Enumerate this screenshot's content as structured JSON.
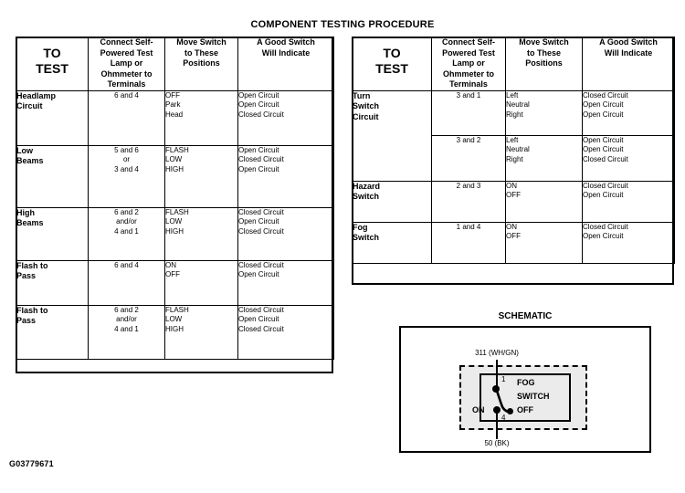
{
  "page": {
    "title": "COMPONENT TESTING PROCEDURE",
    "figure_id": "G03779671"
  },
  "columns": {
    "to_test": "TO\nTEST",
    "to_test_line1": "TO",
    "to_test_line2": "TEST",
    "terminals": "Connect Self-\nPowered Test\nLamp or\nOhmmeter to\nTerminals",
    "positions": "Move Switch\nto These\nPositions",
    "indicate": "A Good Switch\nWill Indicate"
  },
  "left_table": {
    "rows": [
      {
        "test": "Headlamp\nCircuit",
        "terminals": "6 and 4",
        "positions": "OFF\nPark\nHead",
        "indicate": "Open Circuit\nOpen Circuit\nClosed Circuit"
      },
      {
        "test": "Low\nBeams",
        "terminals": "5 and 6\nor\n3 and 4",
        "positions": "FLASH\nLOW\nHIGH",
        "indicate": "Open Circuit\nClosed Circuit\nOpen Circuit"
      },
      {
        "test": "High\nBeams",
        "terminals": "6 and 2\nand/or\n4 and 1",
        "positions": "FLASH\nLOW\nHIGH",
        "indicate": "Closed Circuit\nOpen Circuit\nClosed Circuit"
      },
      {
        "test": "Flash to\nPass",
        "terminals": "6 and 4",
        "positions": "ON\nOFF",
        "indicate": "Closed Circuit\nOpen Circuit"
      },
      {
        "test": "Flash to\nPass",
        "terminals": "6 and 2\nand/or\n4 and 1",
        "positions": "FLASH\nLOW\nHIGH",
        "indicate": "Closed Circuit\nOpen Circuit\nClosed Circuit"
      }
    ]
  },
  "right_table": {
    "rows": [
      {
        "test": "Turn\nSwitch\nCircuit",
        "terminals": "3 and 1",
        "positions": "Left\nNeutral\nRight",
        "indicate": "Closed Circuit\nOpen Circuit\nOpen Circuit"
      },
      {
        "test": "",
        "terminals": "3 and 2",
        "positions": "Left\nNeutral\nRight",
        "indicate": "Open Circuit\nOpen Circuit\nClosed Circuit"
      },
      {
        "test": "Hazard\nSwitch",
        "terminals": "2 and 3",
        "positions": "ON\nOFF",
        "indicate": "Closed Circuit\nOpen Circuit"
      },
      {
        "test": "Fog\nSwitch",
        "terminals": "1 and 4",
        "positions": "ON\nOFF",
        "indicate": "Closed Circuit\nOpen Circuit"
      }
    ]
  },
  "schematic": {
    "title": "SCHEMATIC",
    "wire_top": "311 (WH/GN)",
    "wire_bottom": "50 (BK)",
    "terminal_top": "1",
    "terminal_bottom": "4",
    "switch_name_line1": "FOG",
    "switch_name_line2": "SWITCH",
    "position_on": "ON",
    "position_off": "OFF"
  }
}
